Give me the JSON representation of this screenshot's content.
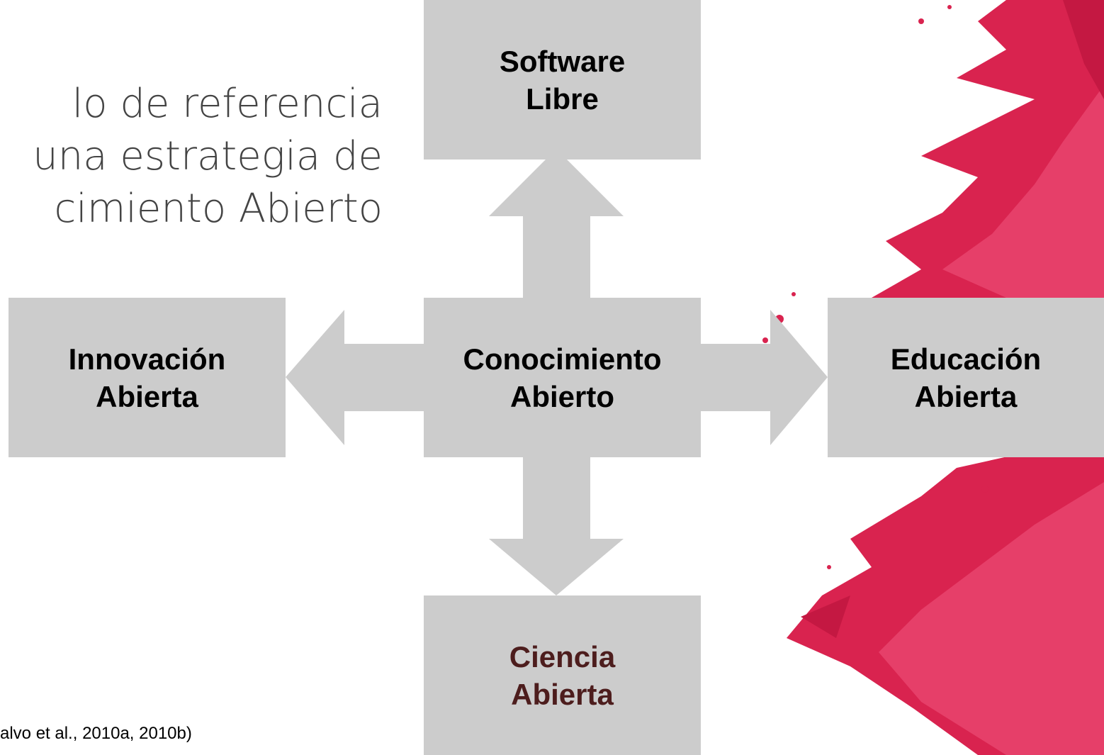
{
  "title_lines": [
    "lo de referencia",
    "una estrategia de",
    "cimiento Abierto"
  ],
  "citation": "alvo et al., 2010a, 2010b)",
  "nodes": {
    "top": "Software\nLibre",
    "left": "Innovación\nAbierta",
    "center": "Conocimiento\nAbierto",
    "right": "Educación\nAbierta",
    "bottom": "Ciencia\nAbierta"
  },
  "colors": {
    "box": "#cccccc",
    "accent": "#d81f4c",
    "bottom_text": "#4d1d1d"
  }
}
